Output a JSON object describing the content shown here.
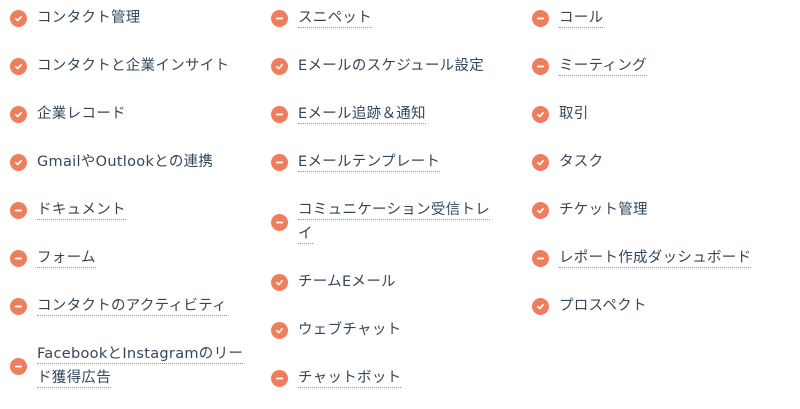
{
  "accent_color": "#ef7e5e",
  "columns": [
    [
      {
        "label": "コンタクト管理",
        "status": "check"
      },
      {
        "label": "コンタクトと企業インサイト",
        "status": "check"
      },
      {
        "label": "企業レコード",
        "status": "check"
      },
      {
        "label": "GmailやOutlookとの連携",
        "status": "check"
      },
      {
        "label": "ドキュメント",
        "status": "minus"
      },
      {
        "label": "フォーム",
        "status": "minus"
      },
      {
        "label": "コンタクトのアクティビティ",
        "status": "minus"
      },
      {
        "label": "FacebookとInstagramのリード獲得広告",
        "status": "minus"
      }
    ],
    [
      {
        "label": "スニペット",
        "status": "minus"
      },
      {
        "label": "Eメールのスケジュール設定",
        "status": "check"
      },
      {
        "label": "Eメール追跡＆通知",
        "status": "minus"
      },
      {
        "label": "Eメールテンプレート",
        "status": "minus"
      },
      {
        "label": "コミュニケーション受信トレイ",
        "status": "minus"
      },
      {
        "label": "チームEメール",
        "status": "check"
      },
      {
        "label": "ウェブチャット",
        "status": "check"
      },
      {
        "label": "チャットボット",
        "status": "minus"
      }
    ],
    [
      {
        "label": "コール",
        "status": "minus"
      },
      {
        "label": "ミーティング",
        "status": "minus"
      },
      {
        "label": "取引",
        "status": "check"
      },
      {
        "label": "タスク",
        "status": "check"
      },
      {
        "label": "チケット管理",
        "status": "check"
      },
      {
        "label": "レポート作成ダッシュボード",
        "status": "minus"
      },
      {
        "label": "プロスペクト",
        "status": "check"
      }
    ]
  ]
}
